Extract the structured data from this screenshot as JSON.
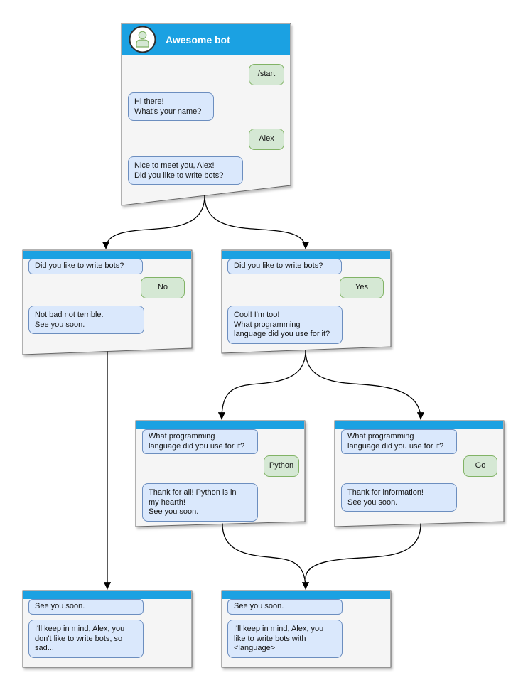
{
  "colors": {
    "header_blue": "#1BA1E2",
    "window_fill": "#F5F5F5",
    "window_border": "#666666",
    "bot_bubble_fill": "#DAE8FC",
    "bot_bubble_border": "#6C8EBF",
    "user_bubble_fill": "#D5E8D4",
    "user_bubble_border": "#82B366",
    "connector": "#000000",
    "title_text": "#FFFFFF"
  },
  "windows": [
    {
      "id": "root",
      "title": "Awesome bot",
      "messages": [
        {
          "from": "user",
          "text": "/start"
        },
        {
          "from": "bot",
          "text": "Hi there!\nWhat's your name?"
        },
        {
          "from": "user",
          "text": "Alex"
        },
        {
          "from": "bot",
          "text": "Nice to meet you, Alex!\nDid you like to write bots?"
        }
      ]
    },
    {
      "id": "branch-no",
      "messages": [
        {
          "from": "bot",
          "text": "Did you like to write bots?"
        },
        {
          "from": "user",
          "text": "No"
        },
        {
          "from": "bot",
          "text": "Not bad not terrible.\nSee you soon."
        }
      ]
    },
    {
      "id": "branch-yes",
      "messages": [
        {
          "from": "bot",
          "text": "Did you like to write bots?"
        },
        {
          "from": "user",
          "text": "Yes"
        },
        {
          "from": "bot",
          "text": "Cool! I'm too!\nWhat programming\nlanguage did you use for it?"
        }
      ]
    },
    {
      "id": "branch-python",
      "messages": [
        {
          "from": "bot",
          "text": "What programming\nlanguage did you use for it?"
        },
        {
          "from": "user",
          "text": "Python"
        },
        {
          "from": "bot",
          "text": "Thank for all! Python is in\nmy hearth!\nSee you soon."
        }
      ]
    },
    {
      "id": "branch-go",
      "messages": [
        {
          "from": "bot",
          "text": "What programming\nlanguage did you use for it?"
        },
        {
          "from": "user",
          "text": "Go"
        },
        {
          "from": "bot",
          "text": "Thank for information!\nSee you soon."
        }
      ]
    },
    {
      "id": "end-no",
      "messages": [
        {
          "from": "bot",
          "text": "See you soon."
        },
        {
          "from": "bot",
          "text": "I'll keep in mind, Alex, you\ndon't like to write bots, so\nsad..."
        }
      ]
    },
    {
      "id": "end-yes",
      "messages": [
        {
          "from": "bot",
          "text": "See you soon."
        },
        {
          "from": "bot",
          "text": "I'll keep in mind, Alex, you\nlike to write bots with\n<language>"
        }
      ]
    }
  ]
}
